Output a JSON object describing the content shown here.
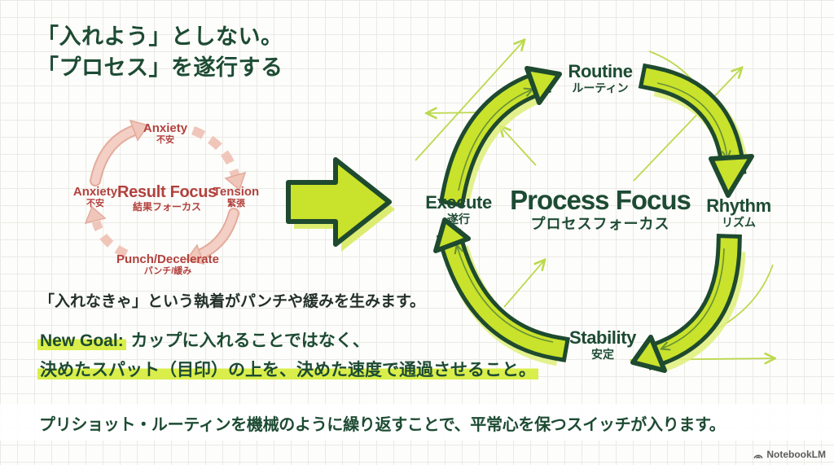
{
  "slide": {
    "title_line1": "「入れよう」としない。",
    "title_line2": "「プロセス」を遂行する",
    "colors": {
      "dark_green": "#1d4b33",
      "chartreuse": "#c9e22b",
      "highlight": "#d9ee4a",
      "result_red": "#b2413d",
      "result_pink": "#f1cabf"
    }
  },
  "result_diagram": {
    "center": {
      "en": "Result Focus",
      "ja": "結果フォーカス"
    },
    "nodes": [
      {
        "en": "Anxiety",
        "ja": "不安"
      },
      {
        "en": "Tension",
        "ja": "緊張"
      },
      {
        "en": "Punch/Decelerate",
        "ja": "パンチ/緩み"
      },
      {
        "en": "Anxiety",
        "ja": "不安"
      }
    ]
  },
  "process_diagram": {
    "center": {
      "en": "Process Focus",
      "ja": "プロセスフォーカス"
    },
    "nodes": [
      {
        "en": "Routine",
        "ja": "ルーティン"
      },
      {
        "en": "Rhythm",
        "ja": "リズム"
      },
      {
        "en": "Stability",
        "ja": "安定"
      },
      {
        "en": "Execute",
        "ja": "遂行"
      }
    ]
  },
  "notes": {
    "observation": "「入れなきゃ」という執着がパンチや緩みを生みます。",
    "new_goal_label": "New Goal:",
    "new_goal_text": " カップに入れることではなく、",
    "new_goal_line2": "決めたスパット（目印）の上を、決めた速度で通過させること。",
    "footer": "プリショット・ルーティンを機械のように繰り返すことで、平常心を保つスイッチが入ります。"
  },
  "branding": {
    "logo": "NotebookLM"
  }
}
